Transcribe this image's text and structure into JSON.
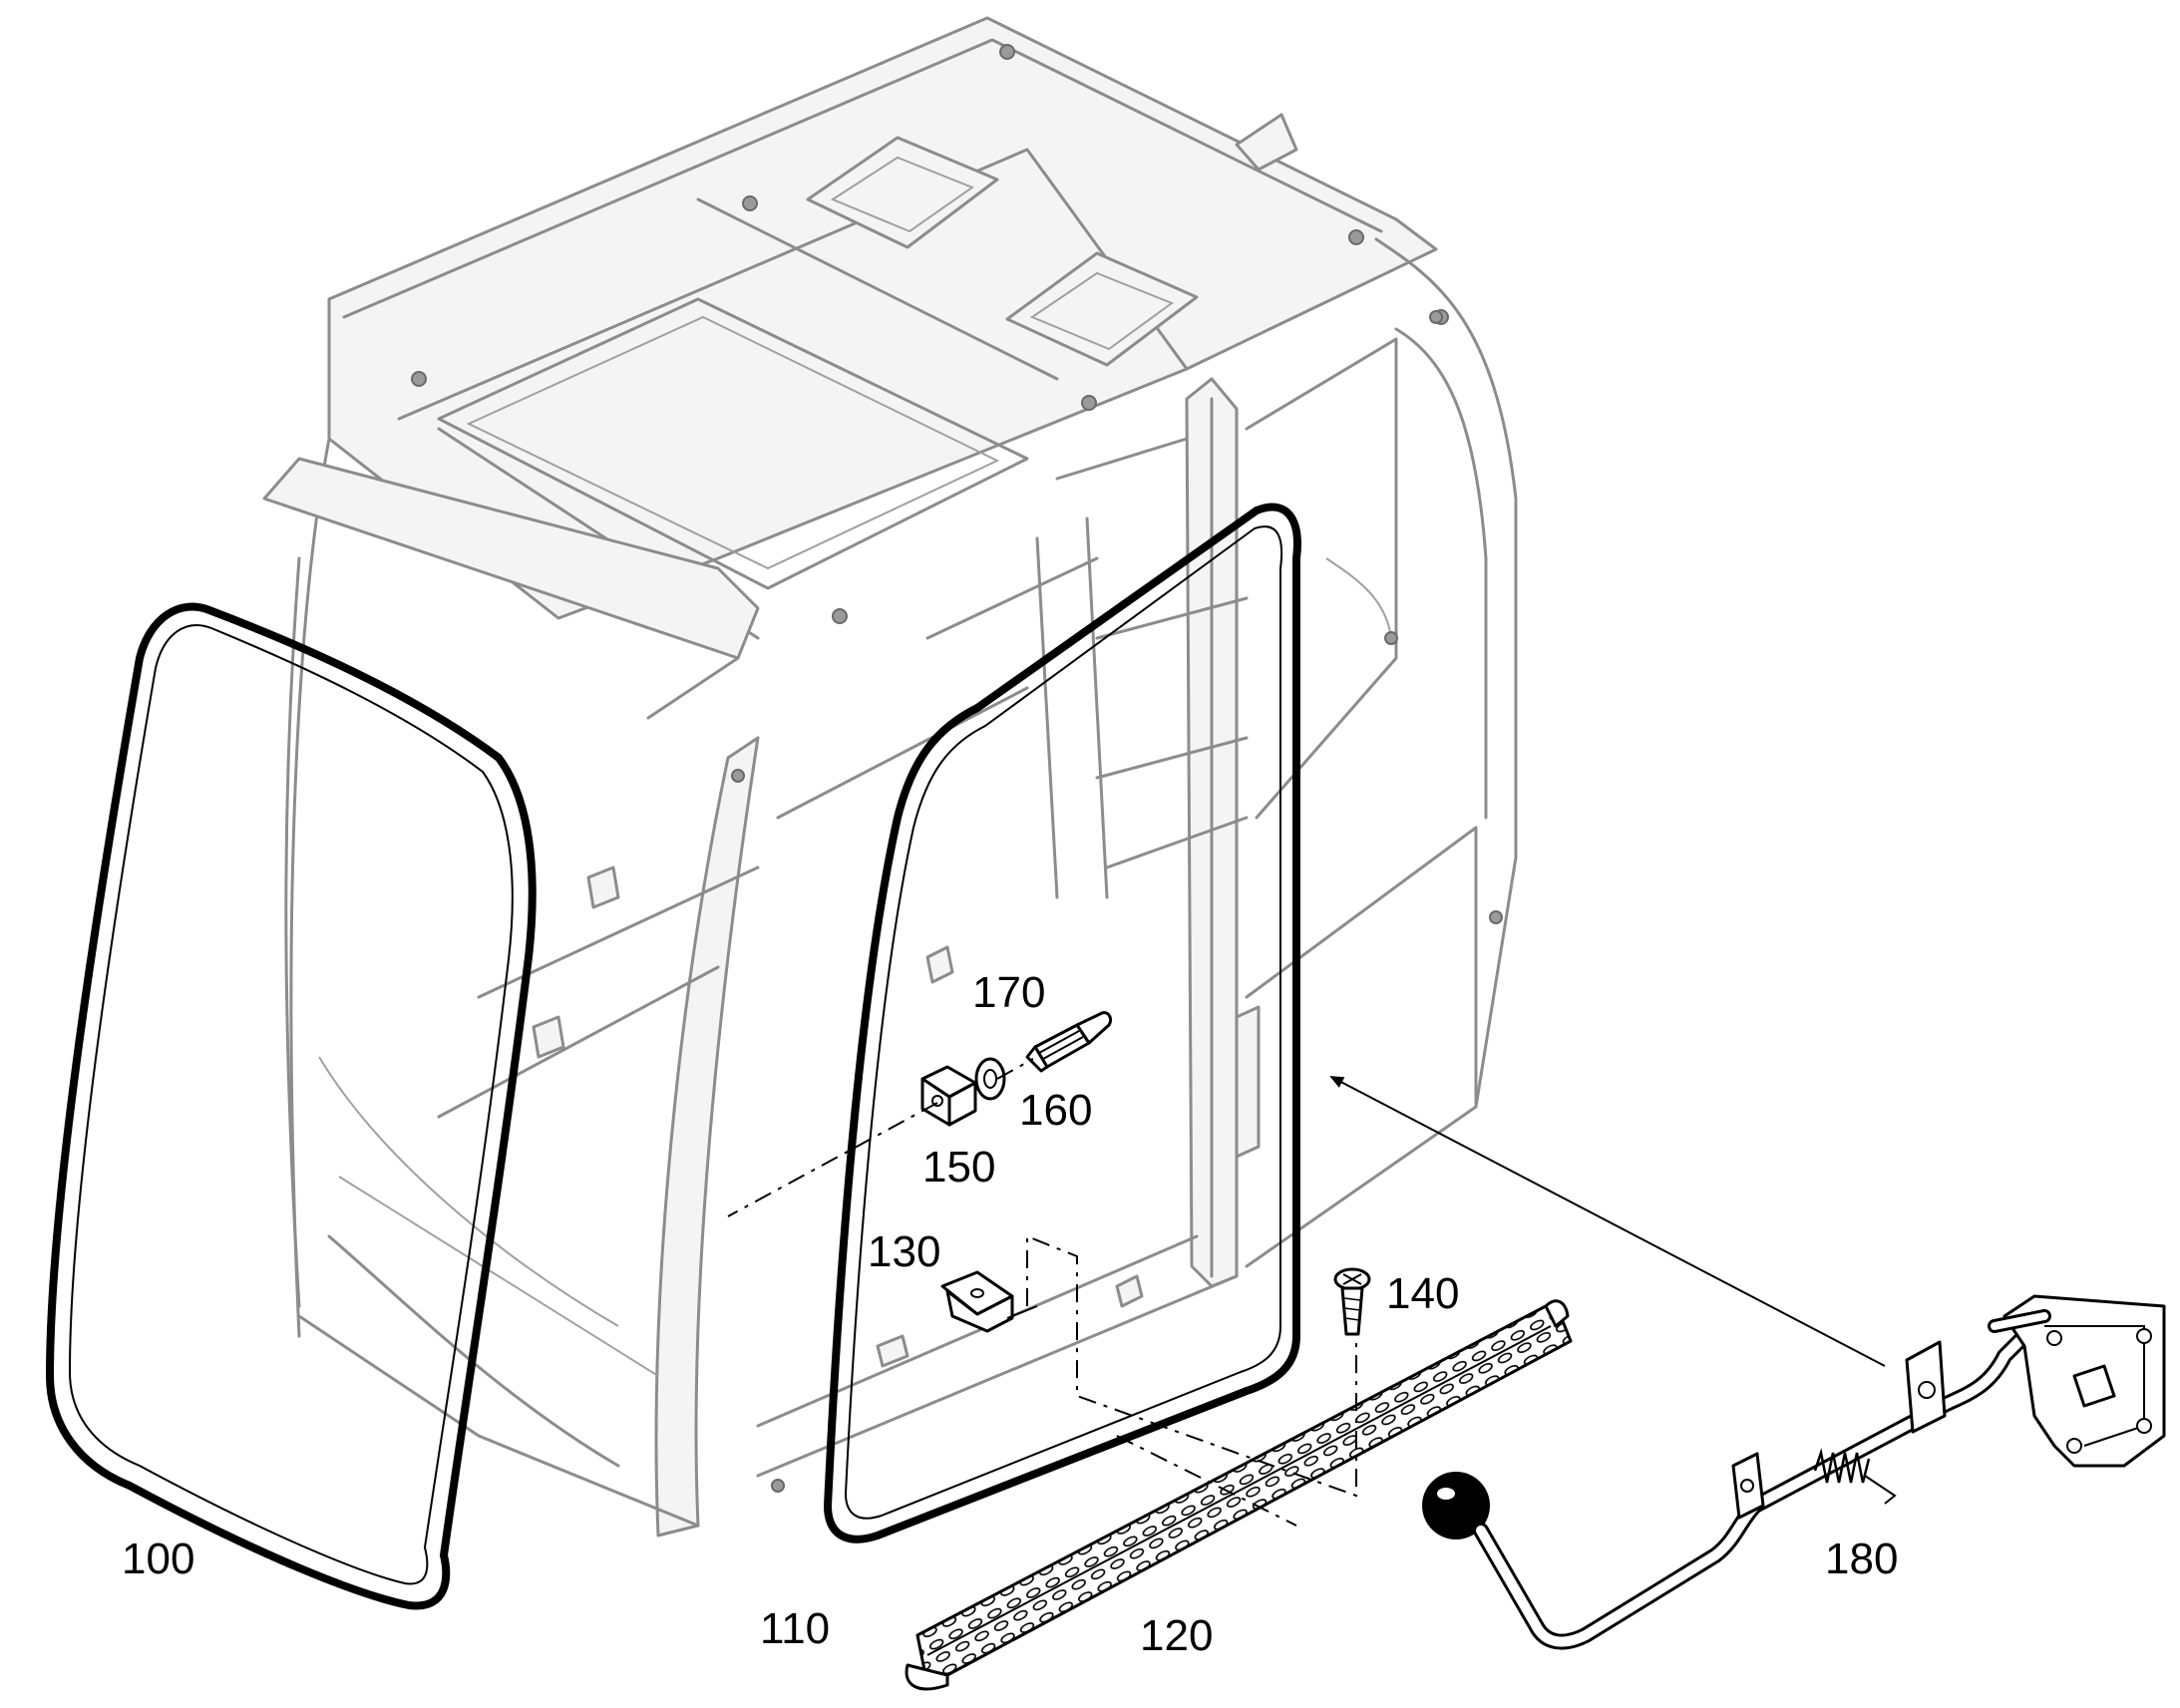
{
  "callouts": {
    "p100": "100",
    "p110": "110",
    "p120": "120",
    "p130": "130",
    "p140": "140",
    "p150": "150",
    "p160": "160",
    "p170": "170",
    "p180": "180"
  },
  "colors": {
    "cab_outline": "#8c8c8c",
    "part_outline": "#000000",
    "background": "#ffffff"
  }
}
